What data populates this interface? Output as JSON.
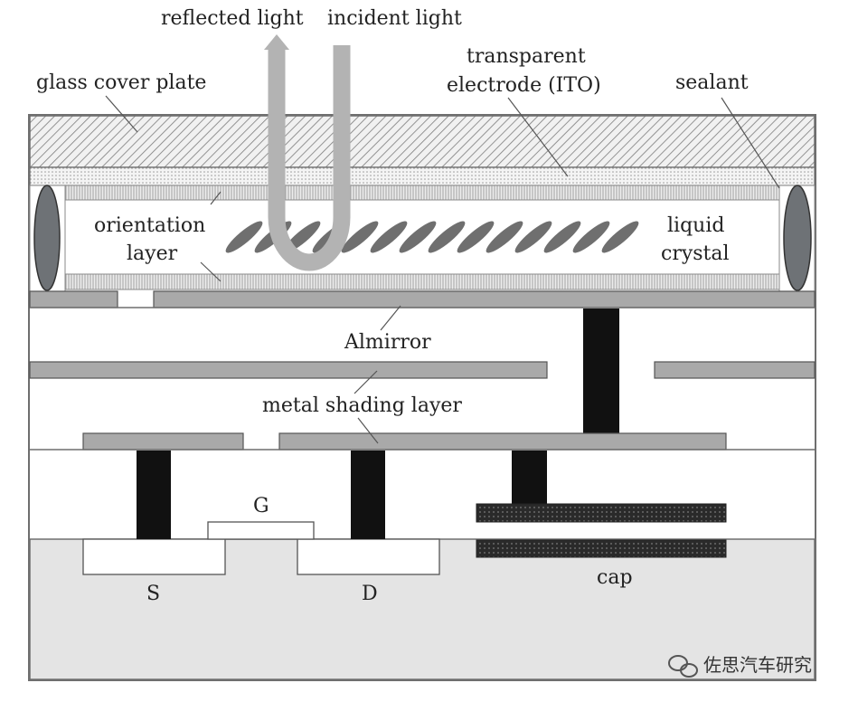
{
  "labels": {
    "reflected_light": "reflected light",
    "incident_light": "incident light",
    "glass_cover_plate": "glass cover plate",
    "transparent_1": "transparent",
    "transparent_2": "electrode (ITO)",
    "sealant": "sealant",
    "orientation_1": "orientation",
    "orientation_2": "layer",
    "liquid_1": "liquid",
    "liquid_2": "crystal",
    "al_mirror": "Almirror",
    "metal_shading": "metal shading layer",
    "gate": "G",
    "source": "S",
    "drain": "D",
    "cap": "cap"
  },
  "watermark": {
    "text": "佐思汽车研究"
  },
  "colors": {
    "outline": "#6e6e6e",
    "grey_layer": "#a9a9a9",
    "dark_fill": "#111111",
    "substrate": "#e4e4e4",
    "lc_molecule": "#6f6f6f",
    "light_path": "#b3b3b3",
    "sealant": "#6e7276"
  }
}
